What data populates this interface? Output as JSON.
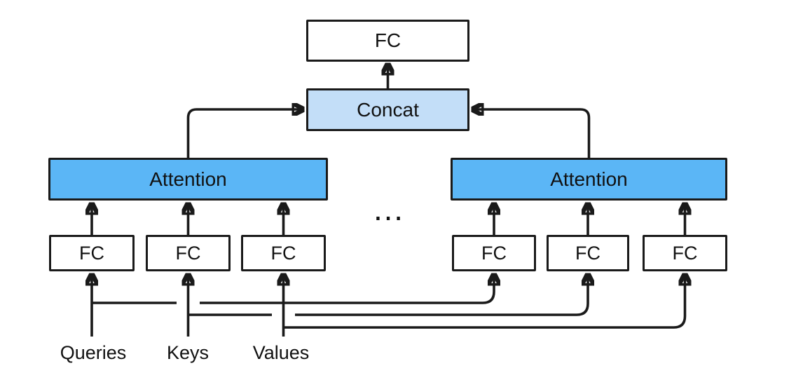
{
  "diagram": {
    "output_box": "FC",
    "concat_box": "Concat",
    "attention_left": "Attention",
    "attention_right": "Attention",
    "fc_left": [
      "FC",
      "FC",
      "FC"
    ],
    "fc_right": [
      "FC",
      "FC",
      "FC"
    ],
    "ellipsis": "…",
    "inputs": {
      "queries": "Queries",
      "keys": "Keys",
      "values": "Values"
    }
  },
  "colors": {
    "attention_fill": "#5bb6f6",
    "concat_fill": "#c3def8",
    "fc_fill": "#ffffff",
    "line": "#1a1a1a",
    "text": "#111111",
    "background": "#ffffff"
  }
}
